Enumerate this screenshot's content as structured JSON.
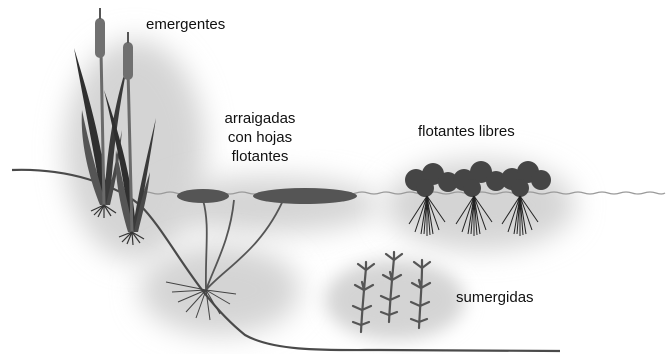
{
  "labels": {
    "emergent": "emergentes",
    "rooted_floating": [
      "arraigadas",
      "con hojas",
      "flotantes"
    ],
    "free_floating": "flotantes libres",
    "submerged": "sumergidas"
  },
  "colors": {
    "background": "#ffffff",
    "shadow": "#cfcfcf",
    "leaf_dark": "#2f2f2f",
    "stem_mid": "#6a6a6a",
    "pad": "#555555",
    "water_line": "#9a9a9a",
    "sediment_line": "#4a4a4a",
    "text": "#111111"
  }
}
